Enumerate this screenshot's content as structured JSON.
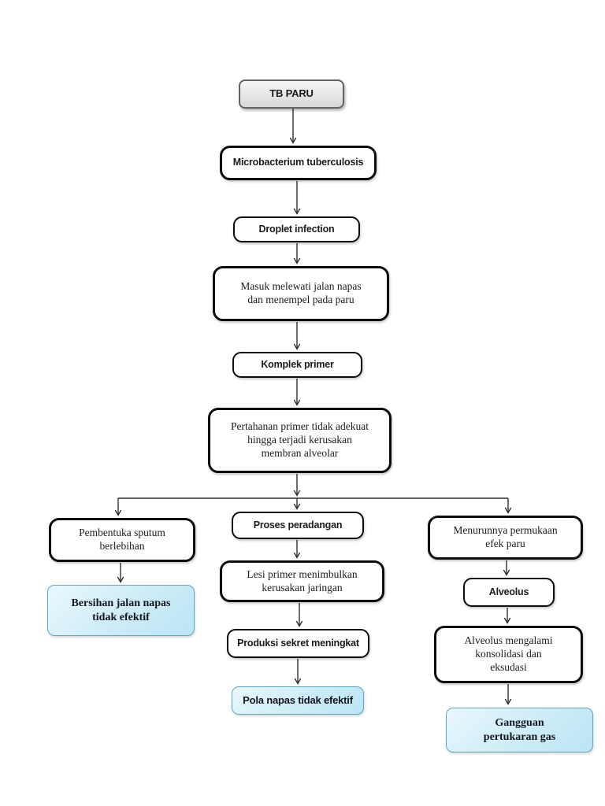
{
  "diagram": {
    "title": "TB Paru pathophysiology flowchart",
    "colors": {
      "arrow": "#2f2f2f",
      "box_border": "#0d0d0d",
      "gray_fill": "#e6e6e6",
      "gray_border": "#636363",
      "blue_fill": "#cdecf7",
      "blue_border": "#5ba8c9",
      "background": "#ffffff"
    },
    "nodes": {
      "tb_paru": "TB PARU",
      "microbacterium": "Microbacterium tuberculosis",
      "droplet": "Droplet infection",
      "masuk": "Masuk melewati jalan napas\ndan menempel pada paru",
      "komplek": "Komplek primer",
      "pertahanan": "Pertahanan primer tidak adekuat\nhingga terjadi kerusakan\nmembran alveolar",
      "pembentuka": "Pembentuka sputum\nberlebihan",
      "bersihan": "Bersihan jalan napas\ntidak efektif",
      "proses": "Proses peradangan",
      "lesi": "Lesi primer menimbulkan\nkerusakan jaringan",
      "produksi": "Produksi sekret meningkat",
      "pola": "Pola napas tidak efektif",
      "menurunnya": "Menurunnya permukaan\nefek paru",
      "alveolus": "Alveolus",
      "alveolus_konsolidasi": "Alveolus mengalami\nkonsolidasi dan\neksudasi",
      "gangguan": "Gangguan\npertukaran gas"
    }
  }
}
